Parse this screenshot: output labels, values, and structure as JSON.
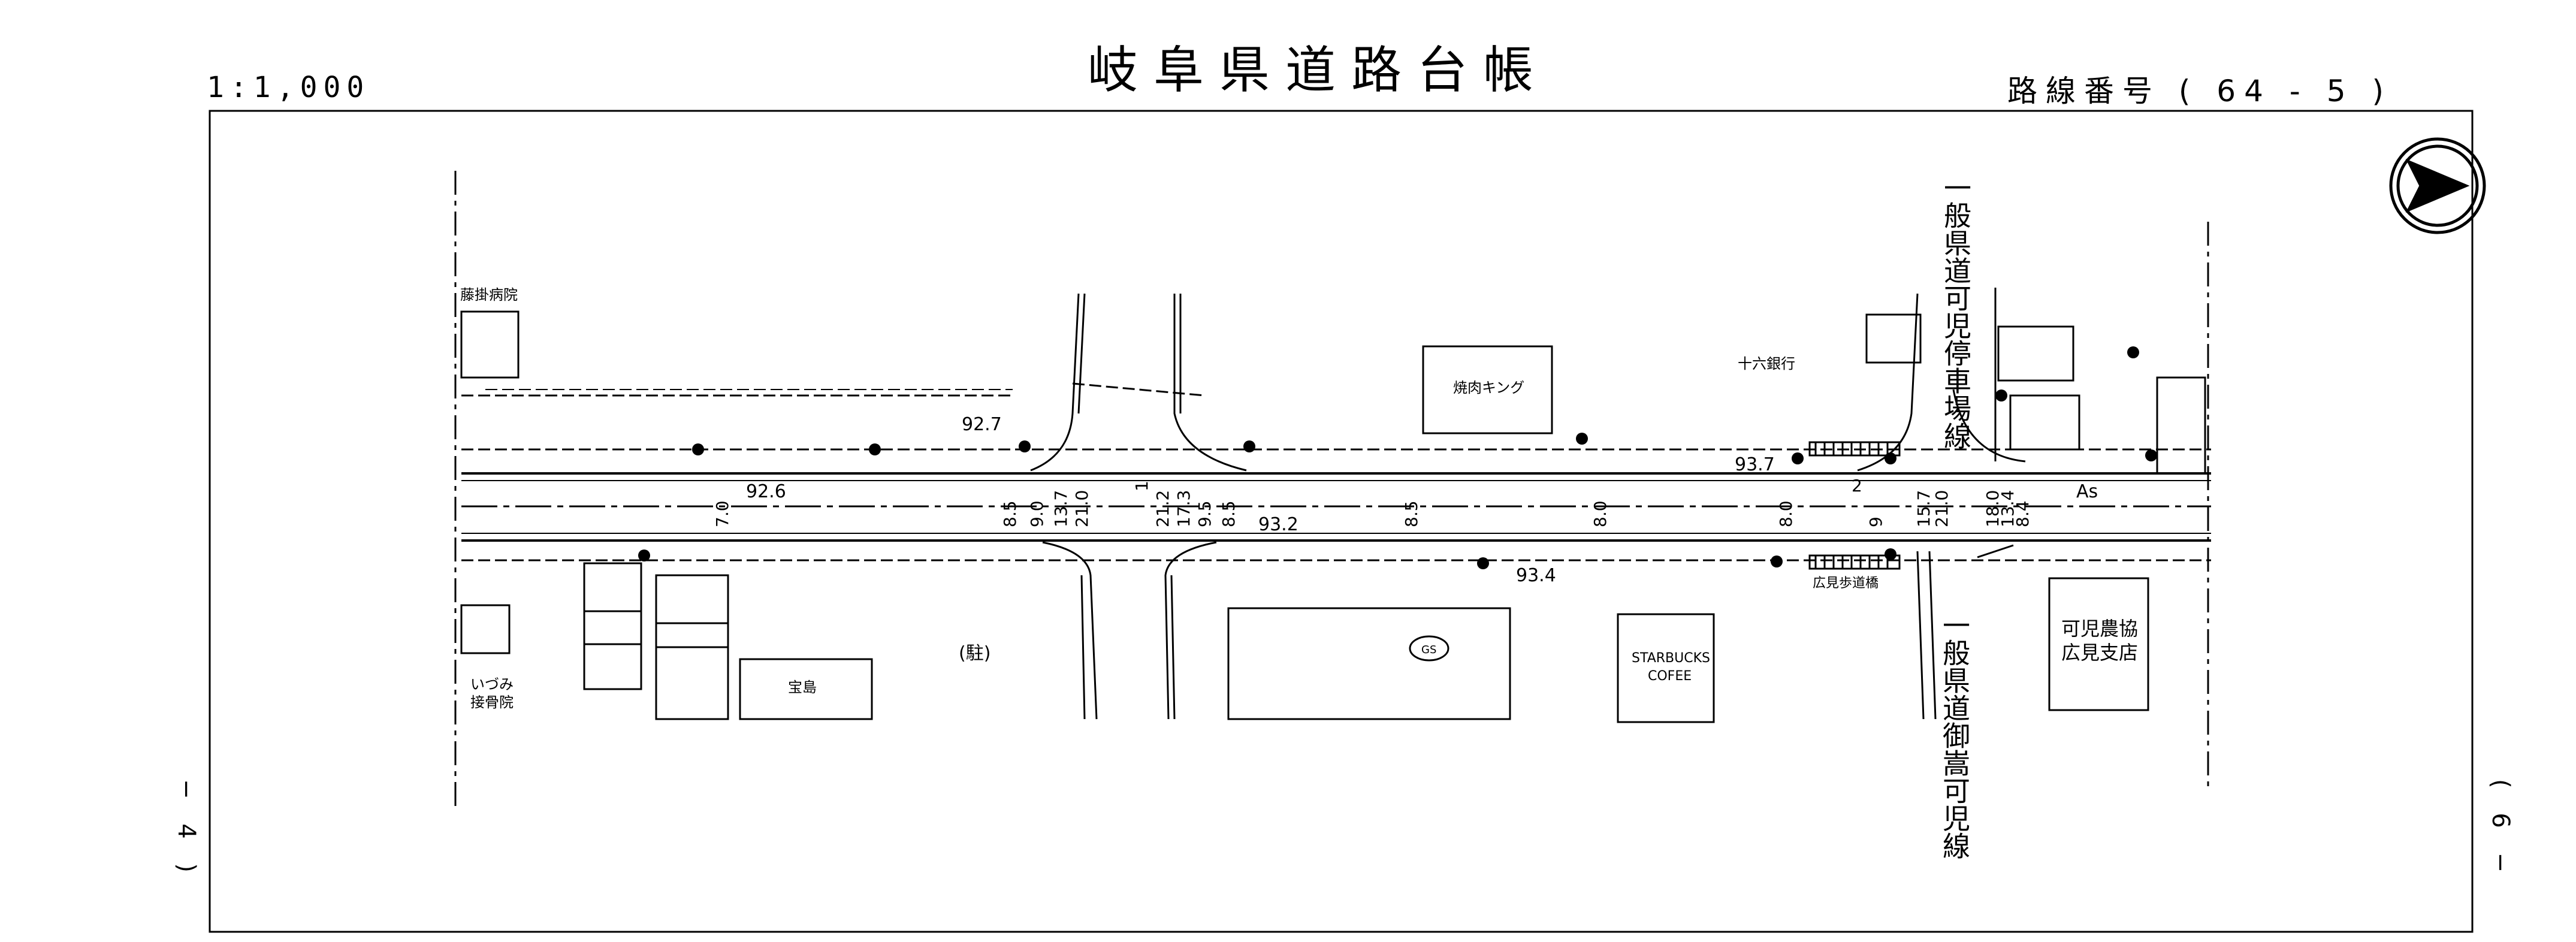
{
  "header": {
    "title": "岐阜県道路台帳",
    "scale": "1:1,000",
    "route_number": "路線番号 ( 64 - 5 )"
  },
  "sheet": {
    "left_neighbor": "− 4 )",
    "right_neighbor": "( 6 −"
  },
  "roads": {
    "north_crossing": "一般県道可児停車場線",
    "south_crossing": "一般県道御嵩可児線",
    "pavement": "As"
  },
  "buildings": {
    "fujikake": "藤掛病院",
    "izumi_line1": "いづみ",
    "izumi_line2": "接骨院",
    "takarajima": "宝島",
    "parking": "(駐)",
    "yakiniku": "焼肉キング",
    "juroku": "十六銀行",
    "gs": "GS",
    "starbucks_line1": "STARBUCKS",
    "starbucks_line2": "COFEE",
    "kani_line1": "可児農協",
    "kani_line2": "広見支店",
    "footbridge": "広見歩道橋"
  },
  "elevations": {
    "e1": "92.7",
    "e2": "92.6",
    "e3": "93.2",
    "e4": "93.4",
    "e5": "93.7"
  },
  "widths": {
    "w1": "7.0",
    "w2": "8.5",
    "w3": "9.0",
    "w4": "13.7",
    "w5": "21.0",
    "w6": "1",
    "w7": "21.2",
    "w8": "17.3",
    "w9": "9.5",
    "w10": "8.5",
    "w11": "8.5",
    "w12": "8.0",
    "w13": "8.0",
    "w14": "2",
    "w15": "9",
    "w16": "15.7",
    "w17": "21.0",
    "w18": "18.0",
    "w19": "13.4",
    "w20": "8.4"
  },
  "symbols": {
    "north_arrow": "north-arrow-icon"
  }
}
